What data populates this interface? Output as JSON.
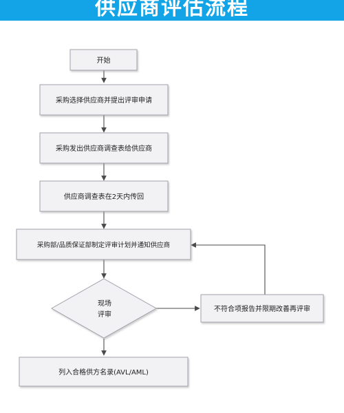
{
  "header": {
    "title": "供应商评估流程"
  },
  "flowchart": {
    "start": "开始",
    "step1": "采购选择供应商并提出评审申请",
    "step2": "采购发出供应商调查表给供应商",
    "step3": "供应商调查表在2天内传回",
    "step4": "采购部/品质保证部制定评审计划并通知供应商",
    "decision_line1": "现场",
    "decision_line2": "评审",
    "fail_branch": "不符合项报告并限期改善再评审",
    "end": "列入合格供方名录(AVL/AML)"
  }
}
